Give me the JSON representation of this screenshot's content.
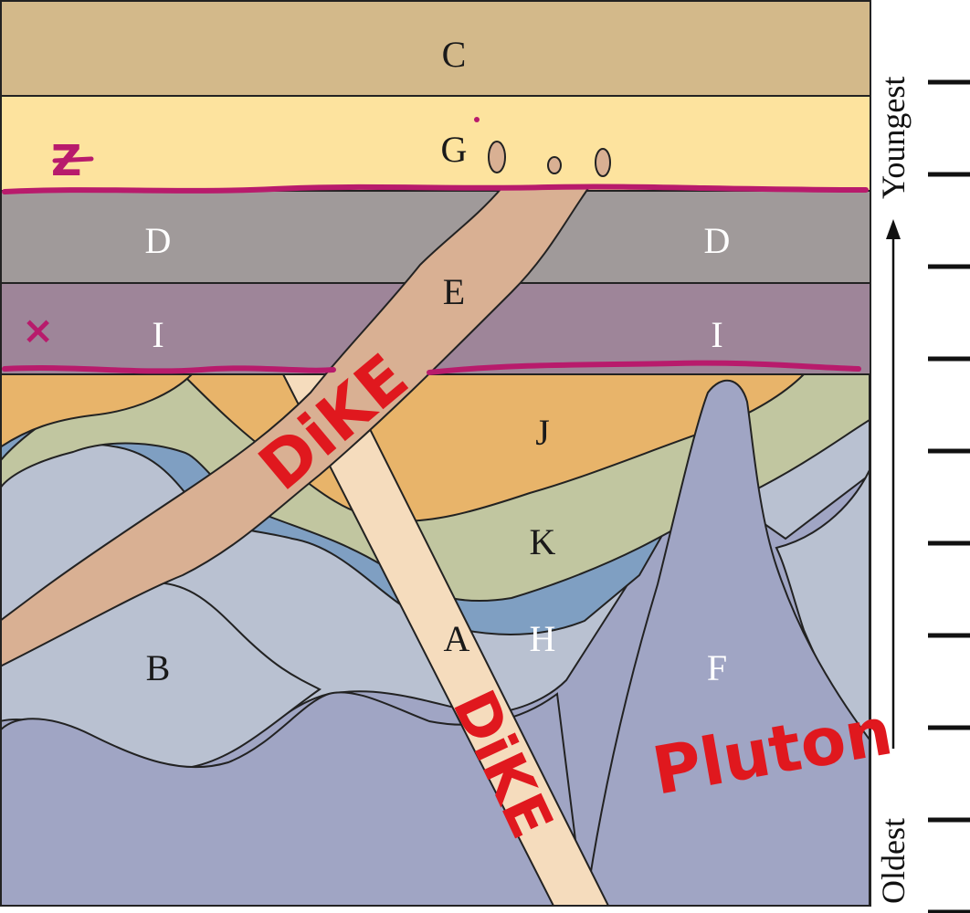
{
  "layers": {
    "C": "C",
    "G": "G",
    "D_left": "D",
    "D_right": "D",
    "E": "E",
    "I_left": "I",
    "I_right": "I",
    "J": "J",
    "K": "K",
    "A": "A",
    "H": "H",
    "B": "B",
    "F": "F"
  },
  "annotations": {
    "dike_upper": "DiKE",
    "dike_lower": "DiKE",
    "pluton": "Pluton",
    "mark_z": "Z",
    "mark_x": "×"
  },
  "scale": {
    "youngest": "Youngest",
    "oldest": "Oldest",
    "tick_count": 10
  },
  "colors": {
    "C": "#d3b98a",
    "G": "#fde39e",
    "D": "#a09a9a",
    "I": "#9e8599",
    "J": "#e8b46a",
    "K": "#c1c6a0",
    "H": "#7f9fc2",
    "B": "#b9c1d1",
    "F": "#a0a5c4",
    "E": "#d9b093",
    "A": "#f5dcbd",
    "annotation_red": "#e0181e",
    "annotation_magenta": "#b81b6c"
  }
}
